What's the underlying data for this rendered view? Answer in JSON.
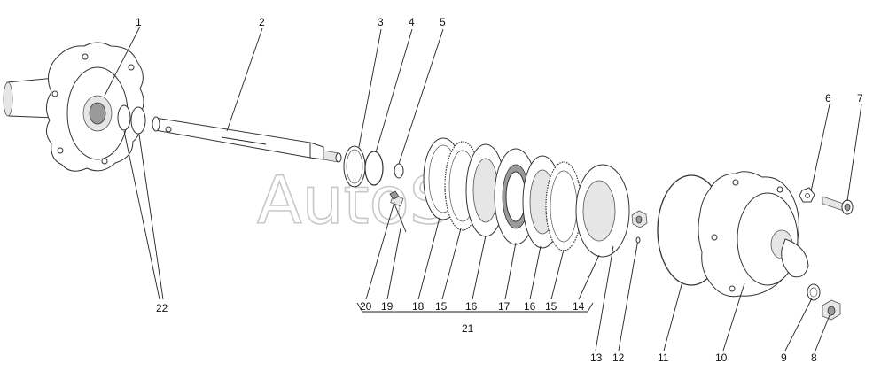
{
  "watermark": "AutoSoft",
  "callouts": [
    {
      "id": "c1",
      "text": "1"
    },
    {
      "id": "c2",
      "text": "2"
    },
    {
      "id": "c3",
      "text": "3"
    },
    {
      "id": "c4",
      "text": "4"
    },
    {
      "id": "c5",
      "text": "5"
    },
    {
      "id": "c6",
      "text": "6"
    },
    {
      "id": "c7",
      "text": "7"
    },
    {
      "id": "c8",
      "text": "8"
    },
    {
      "id": "c9",
      "text": "9"
    },
    {
      "id": "c10",
      "text": "10"
    },
    {
      "id": "c11",
      "text": "11"
    },
    {
      "id": "c12",
      "text": "12"
    },
    {
      "id": "c13",
      "text": "13"
    },
    {
      "id": "c14",
      "text": "14"
    },
    {
      "id": "c15a",
      "text": "15"
    },
    {
      "id": "c15b",
      "text": "15"
    },
    {
      "id": "c16a",
      "text": "16"
    },
    {
      "id": "c16b",
      "text": "16"
    },
    {
      "id": "c17",
      "text": "17"
    },
    {
      "id": "c18",
      "text": "18"
    },
    {
      "id": "c19",
      "text": "19"
    },
    {
      "id": "c20",
      "text": "20"
    },
    {
      "id": "c21",
      "text": "21"
    },
    {
      "id": "c22",
      "text": "22"
    }
  ]
}
